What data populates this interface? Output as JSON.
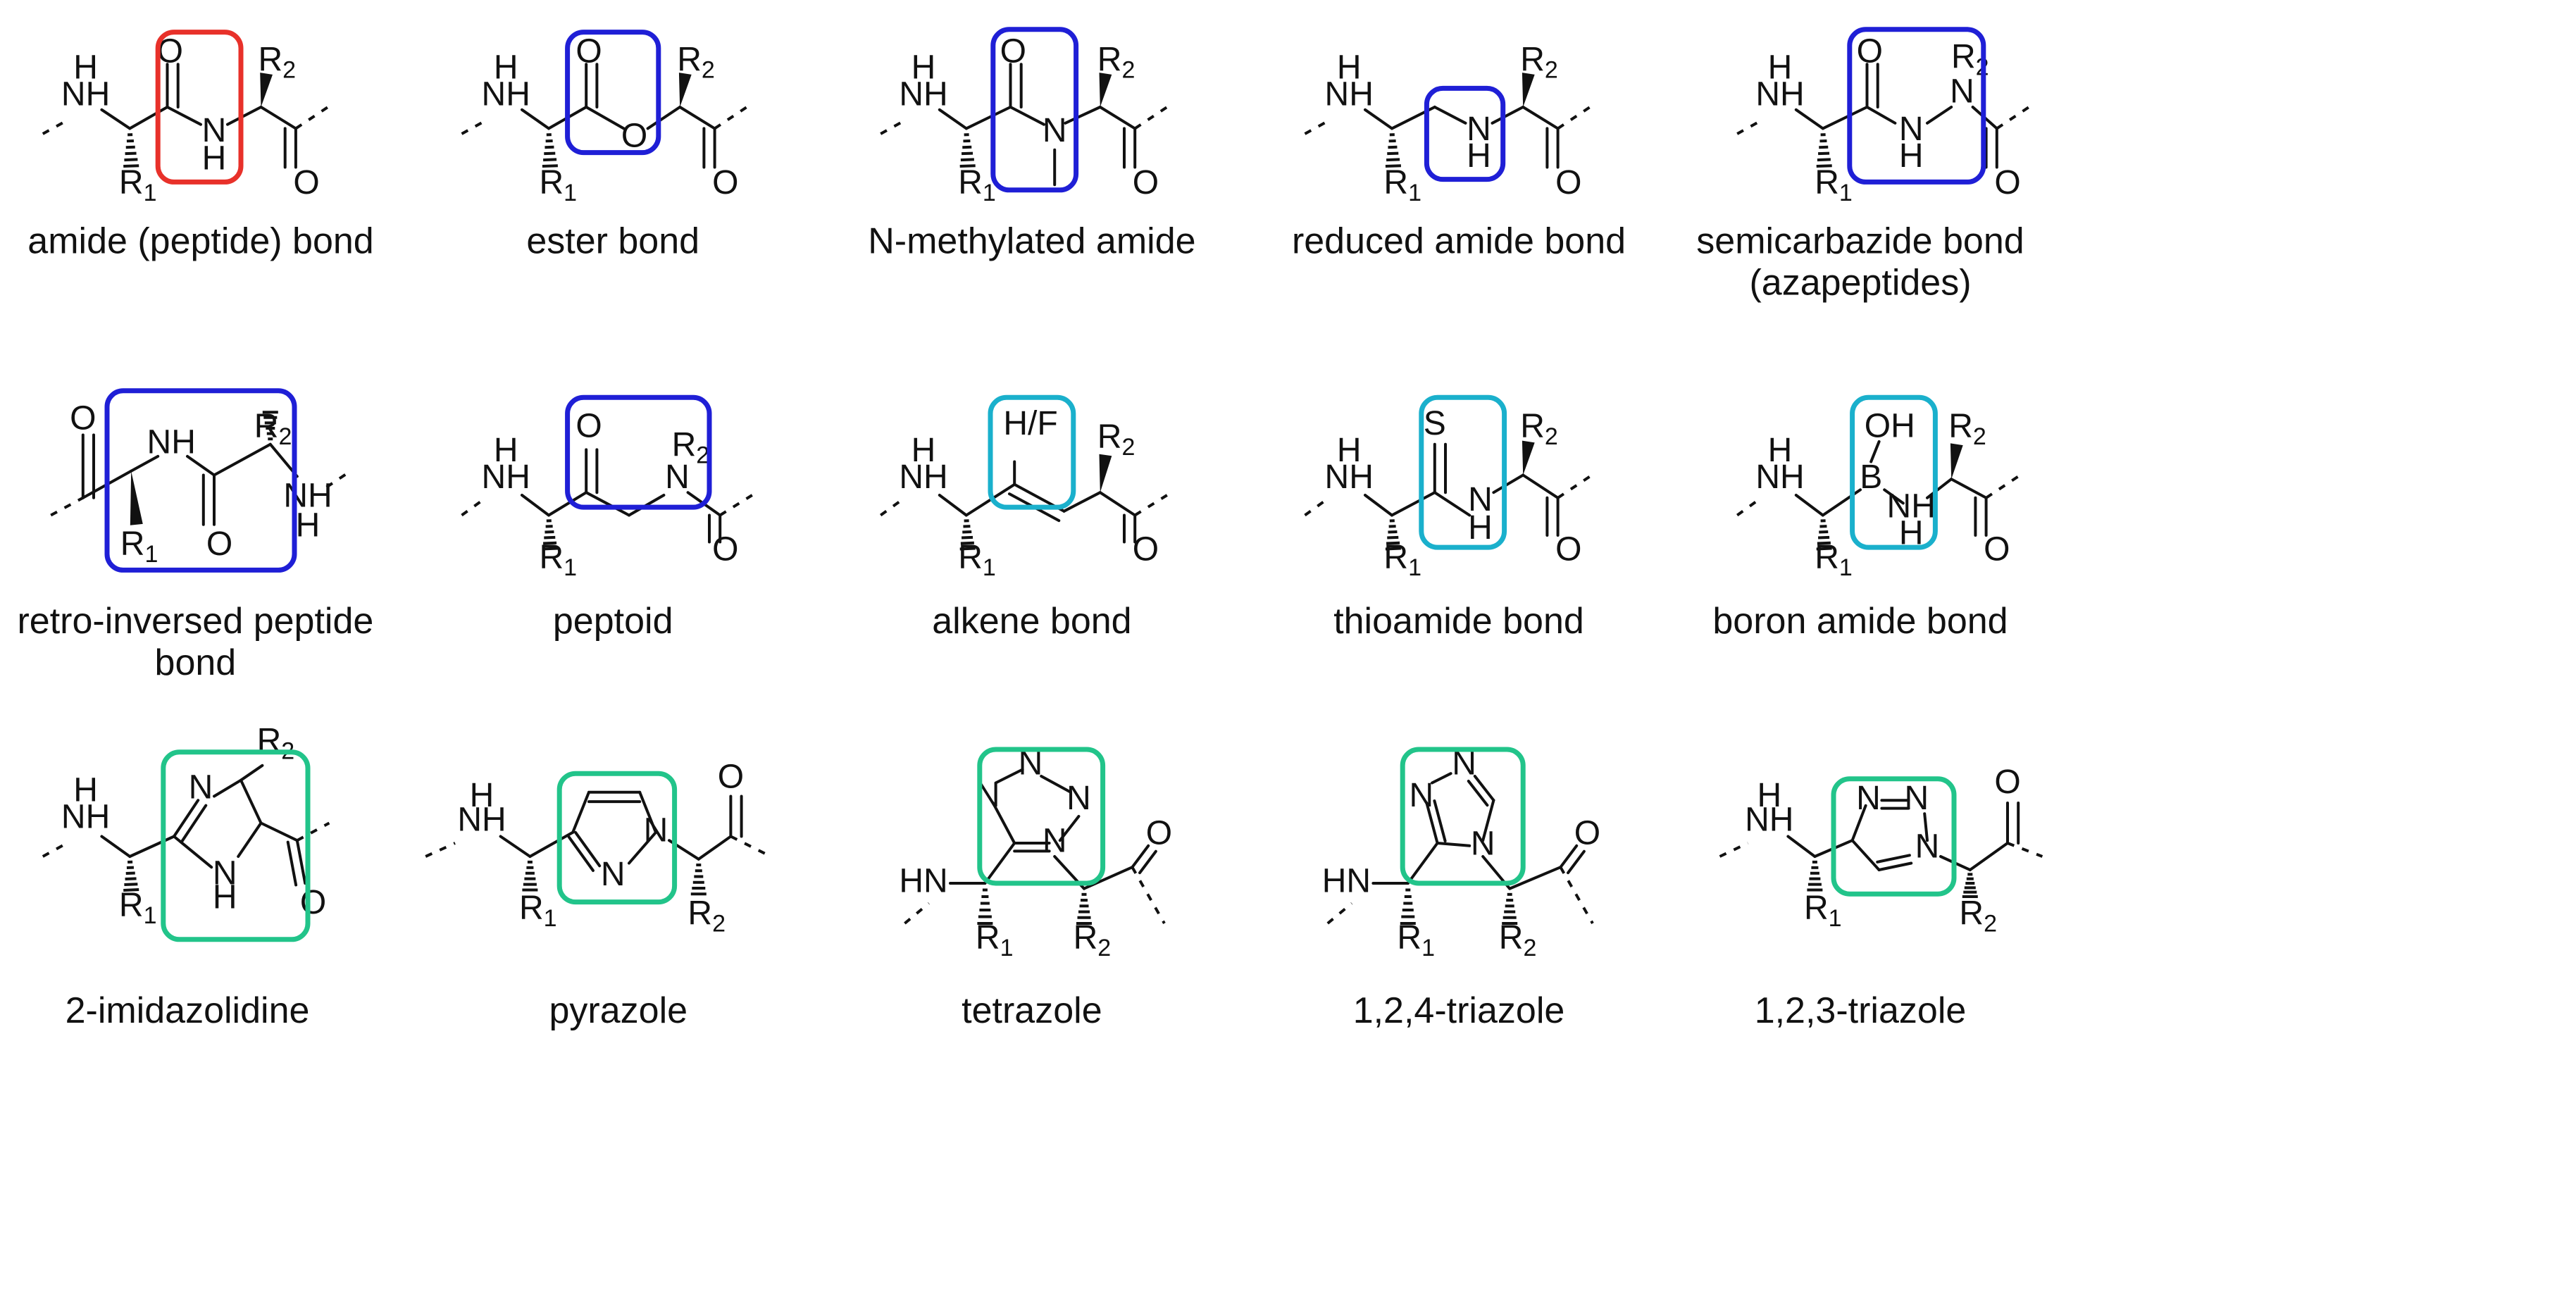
{
  "colors": {
    "red": "#e8312a",
    "blue": "#1f1fd6",
    "cyan": "#1ab0cc",
    "green": "#22c48a"
  },
  "atoms": {
    "NH": "NH",
    "HN": "HN",
    "N": "N",
    "H": "H",
    "O": "O",
    "S": "S",
    "B": "B",
    "OH": "OH",
    "HF": "H/F",
    "R": "R",
    "one": "1",
    "two": "2"
  },
  "bonds": [
    {
      "caption": [
        "amide (peptide) bond"
      ],
      "highlight": "red"
    },
    {
      "caption": [
        "ester bond"
      ],
      "highlight": "blue"
    },
    {
      "caption": [
        "N-methylated amide"
      ],
      "highlight": "blue"
    },
    {
      "caption": [
        "reduced amide bond"
      ],
      "highlight": "blue"
    },
    {
      "caption": [
        "semicarbazide bond",
        "(azapeptides)"
      ],
      "highlight": "blue"
    },
    {
      "caption": [
        "retro-inversed peptide",
        "bond"
      ],
      "highlight": "blue"
    },
    {
      "caption": [
        "peptoid"
      ],
      "highlight": "blue"
    },
    {
      "caption": [
        "alkene bond"
      ],
      "highlight": "cyan"
    },
    {
      "caption": [
        "thioamide bond"
      ],
      "highlight": "cyan"
    },
    {
      "caption": [
        "boron amide bond"
      ],
      "highlight": "cyan"
    },
    {
      "caption": [
        "2-imidazolidine"
      ],
      "highlight": "green"
    },
    {
      "caption": [
        "pyrazole"
      ],
      "highlight": "green"
    },
    {
      "caption": [
        "tetrazole"
      ],
      "highlight": "green"
    },
    {
      "caption": [
        "1,2,4-triazole"
      ],
      "highlight": "green"
    },
    {
      "caption": [
        "1,2,3-triazole"
      ],
      "highlight": "green"
    }
  ]
}
